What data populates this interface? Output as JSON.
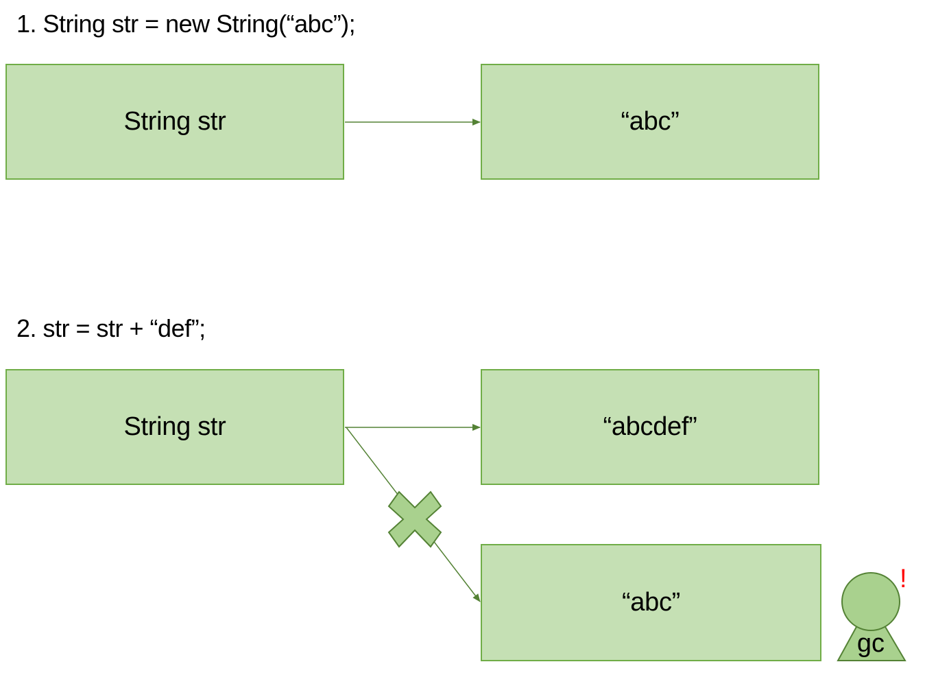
{
  "step1": {
    "title": "1. String str = new String(“abc”);",
    "left_box": "String str",
    "right_box": "“abc”"
  },
  "step2": {
    "title": "2. str = str + “def”;",
    "left_box": "String str",
    "right_box": "“abcdef”",
    "bottom_box": "“abc”"
  },
  "gc": {
    "label": "gc",
    "alert": "!"
  },
  "colors": {
    "box_fill": "#c5e0b4",
    "box_border": "#70ad47",
    "arrow": "#548235",
    "gc_fill": "#a9d18e",
    "alert": "#ff0000"
  }
}
